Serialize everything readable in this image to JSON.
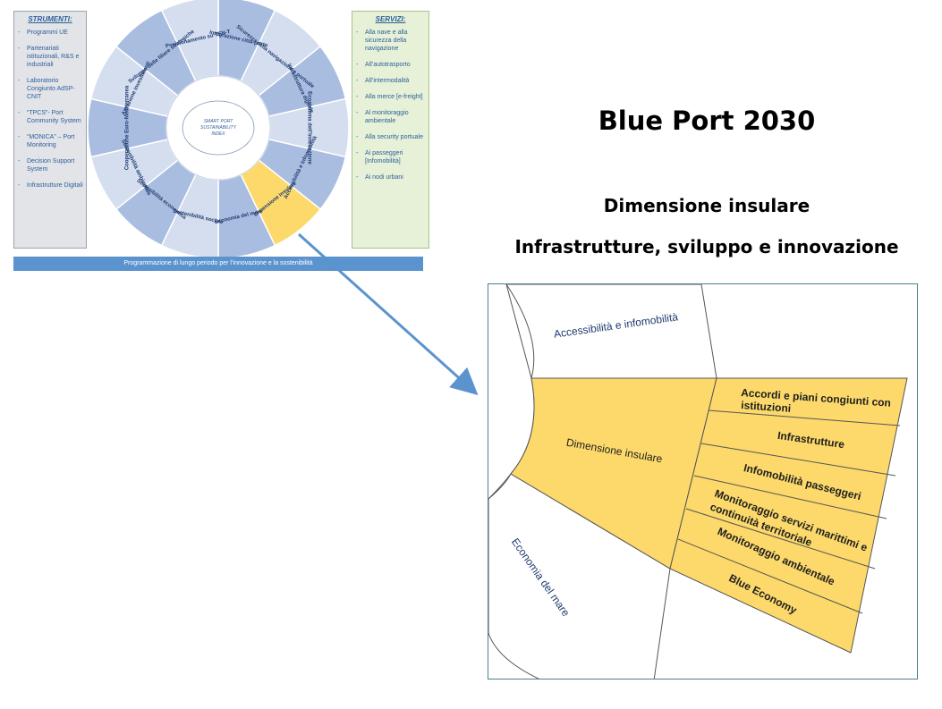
{
  "strumenti": {
    "title": "STRUMENTI:",
    "items": [
      "Programmi UE",
      "Partenariati istituzionali, R&S e industriali",
      "Laboratorio Congiunto AdSP-CNIT",
      "“TPCS”- Port Community System",
      "“MONICA” – Port Monitoring",
      "Decision Support System",
      "Infrastrutture Digitali"
    ]
  },
  "servizi": {
    "title": "SERVIZI:",
    "items": [
      "Alla nave e alla sicurezza della navigazione",
      "All’autotrasporto",
      "All’intermodalità",
      "Alla merce [e-freight]",
      "Al monitoraggio ambientale",
      "Alla security portuale",
      "Ai passeggeri [Infomobilità]",
      "Ai nodi urbani"
    ]
  },
  "wheel": {
    "center_lines": [
      "SMART PORT",
      "SUSTAINABILITY",
      "INDEX"
    ],
    "segments": [
      "Integrazione città-porto",
      "Sicurezza della navigazione e portuale",
      "Infrastruttura digitale",
      "Ecosistema dell’innovazione",
      "Accessibilità e Infomobilità",
      "Dimensione insulare",
      "Economia del mare",
      "Sostenibilità sociale",
      "Sostenibilità economica",
      "Sostenibilità ambientale",
      "Cooperazione Euro-Mediterranea",
      "Attrazione investimenti",
      "Sviluppo delle filiere strategiche",
      "Posizionamento su TEN-T"
    ]
  },
  "bottom_bar": "Programmazione di lungo periodo per l’innovazione e la sostenibilità",
  "heading": {
    "title": "Blue Port 2030",
    "subtitle1": "Dimensione insulare",
    "subtitle2": "Infrastrutture, sviluppo e innovazione"
  },
  "zoom": {
    "top_segment": "Accessibilità e infomobilità",
    "main_segment": "Dimensione insulare",
    "bottom_segment": "Economia del mare",
    "sub_items": [
      "Accordi e piani congiunti con istituzioni",
      "Infrastrutture",
      "Infomobilità passeggeri",
      "Monitoraggio servizi marittimi e continuità territoriale",
      "Monitoraggio ambientale",
      "Blue Economy"
    ]
  },
  "colors": {
    "highlight": "#fcd96a",
    "blue_dark": "#a9bde0",
    "blue_light": "#d4deef",
    "arrow": "#5b93cf"
  }
}
